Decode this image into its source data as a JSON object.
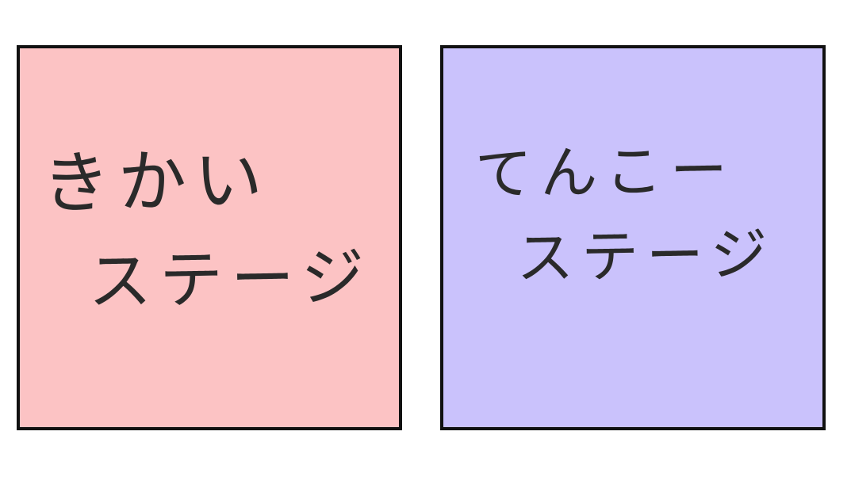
{
  "panels": [
    {
      "name": "left",
      "background": "#fcc3c4",
      "lines": [
        "きかい",
        "ステージ"
      ]
    },
    {
      "name": "right",
      "background": "#cac2fc",
      "lines": [
        "てんこー",
        "ステージ"
      ]
    }
  ],
  "colors": {
    "border": "#111111",
    "ink": "#2a2a2a",
    "page": "#ffffff"
  }
}
